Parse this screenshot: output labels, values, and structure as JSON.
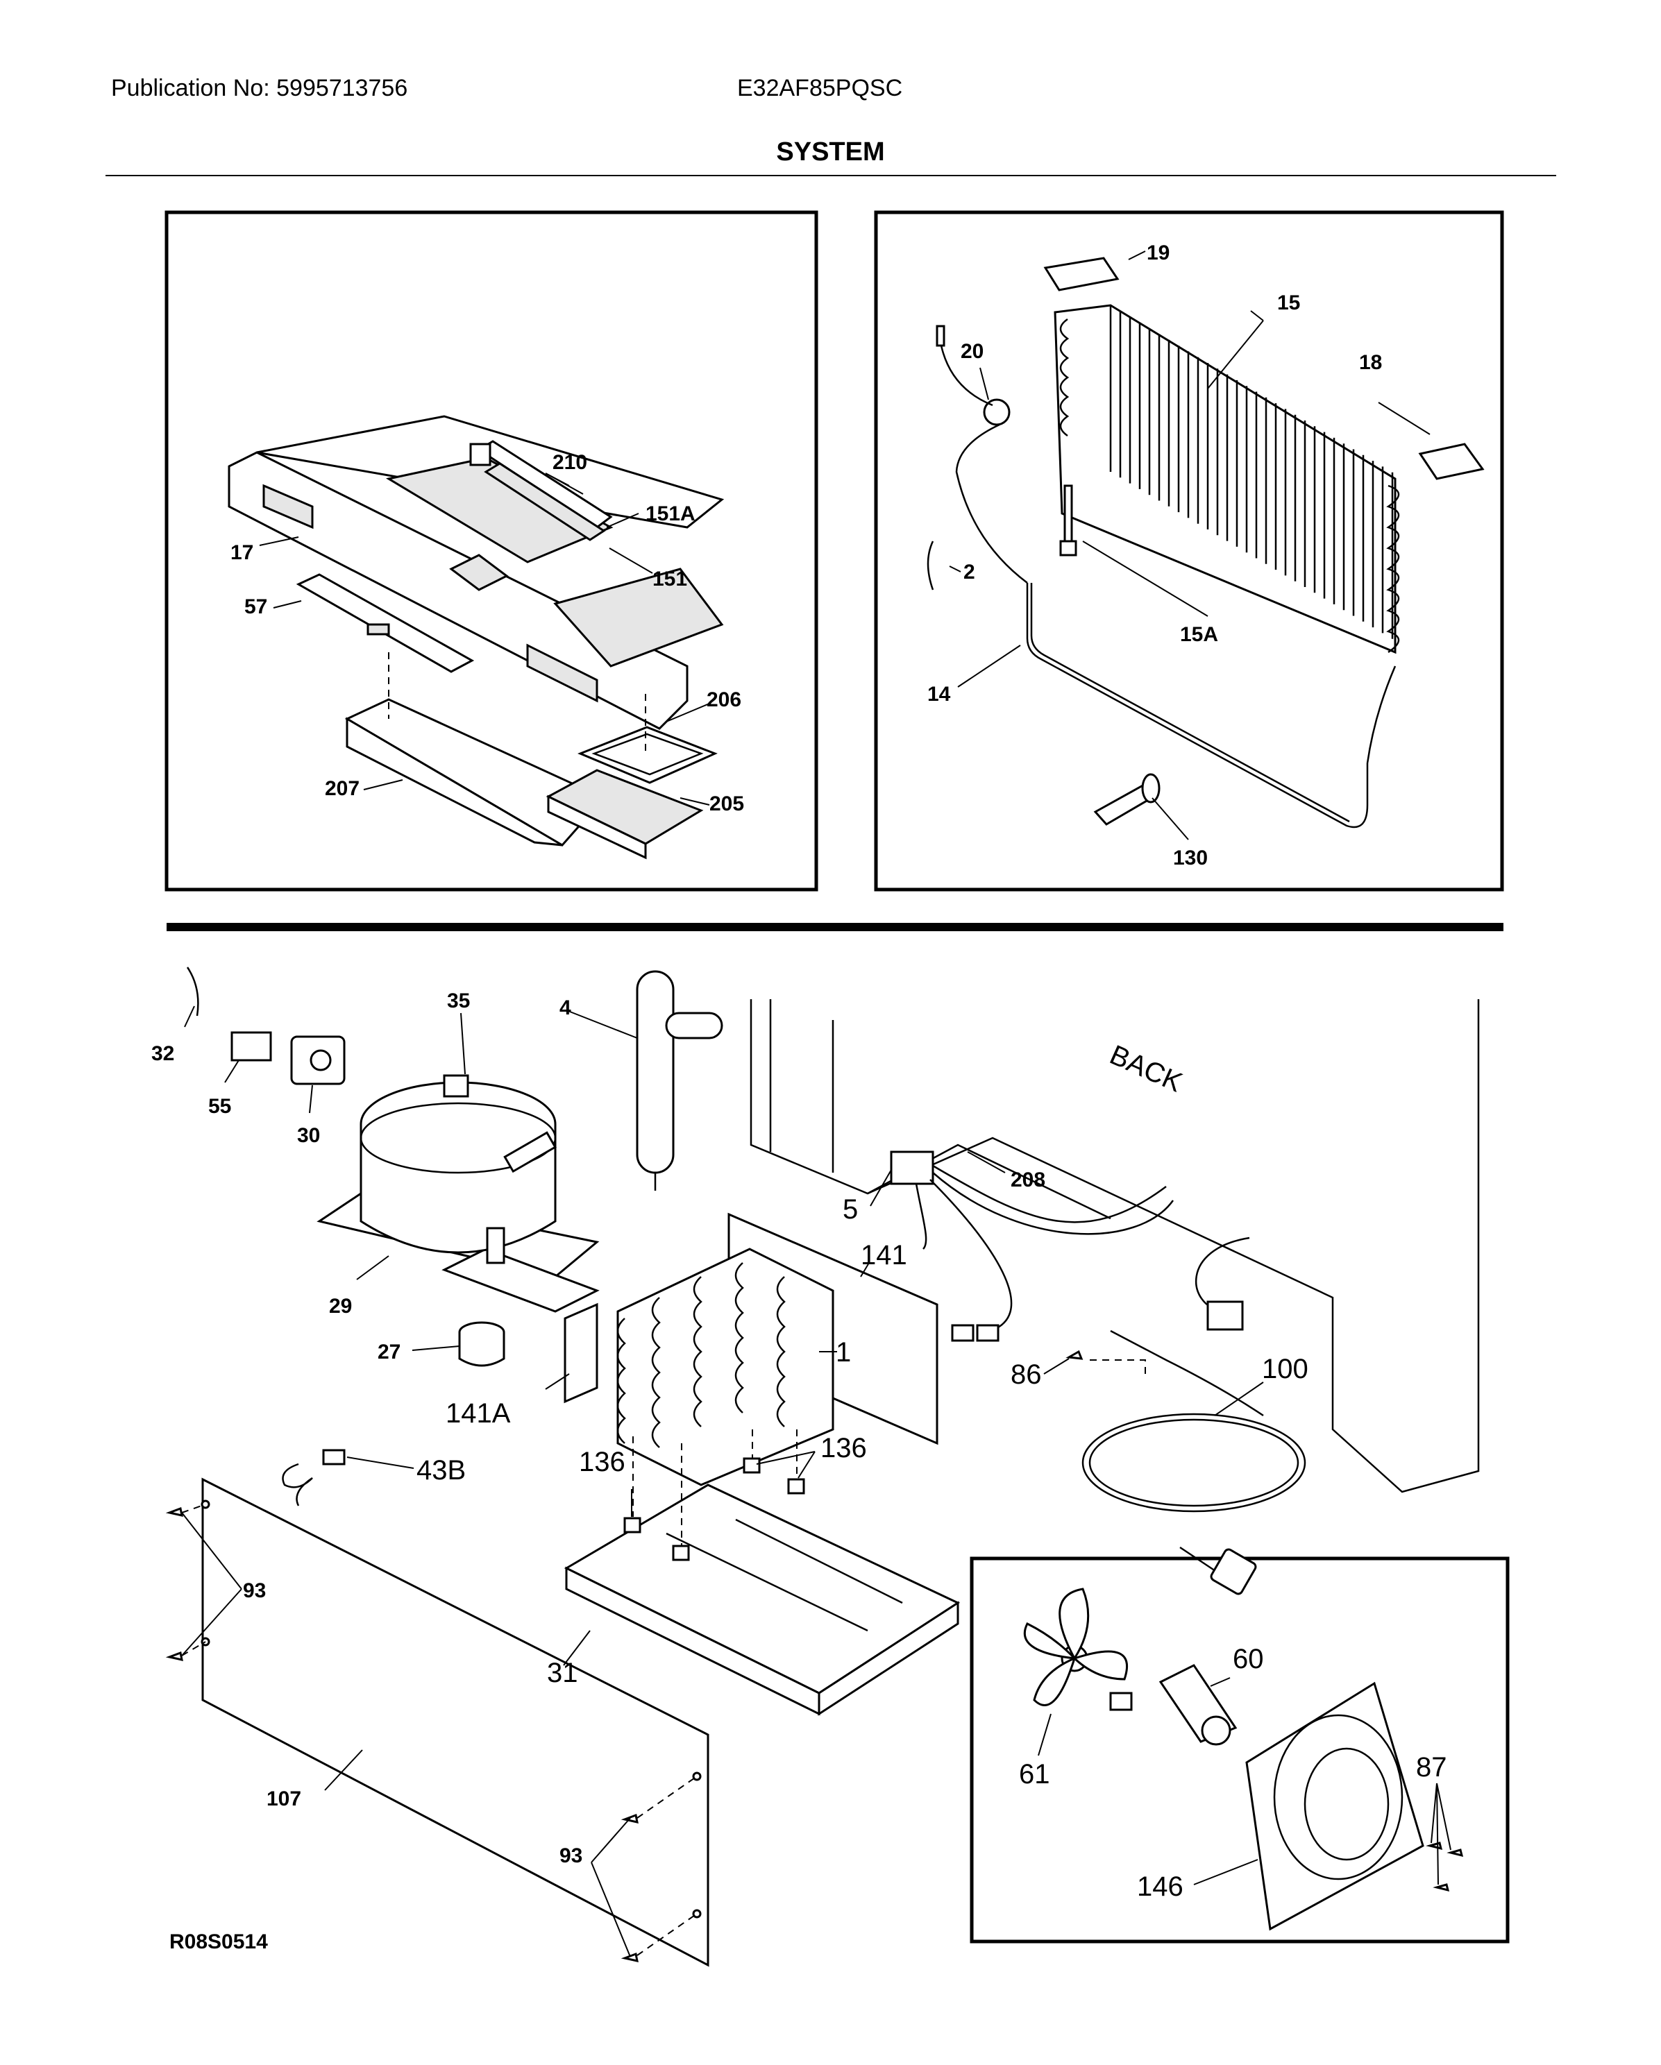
{
  "header": {
    "publication": "Publication No: 5995713756",
    "model": "E32AF85PQSC",
    "section_title": "SYSTEM"
  },
  "drawing_code": "R08S0514",
  "annotation_text": "BACK",
  "callouts": {
    "c17": "17",
    "c57": "57",
    "c210": "210",
    "c151A": "151A",
    "c151": "151",
    "c206": "206",
    "c205": "205",
    "c207": "207",
    "c19": "19",
    "c20": "20",
    "c15": "15",
    "c18": "18",
    "c2": "2",
    "c15A": "15A",
    "c14": "14",
    "c130": "130",
    "c32": "32",
    "c55": "55",
    "c30": "30",
    "c35": "35",
    "c4": "4",
    "c29": "29",
    "c27": "27",
    "c5": "5",
    "c208": "208",
    "c141": "141",
    "c1": "1",
    "c141A": "141A",
    "c86": "86",
    "c100": "100",
    "c43B": "43B",
    "c136a": "136",
    "c136b": "136",
    "c93a": "93",
    "c31": "31",
    "c107": "107",
    "c93b": "93",
    "c60": "60",
    "c61": "61",
    "c87": "87",
    "c146": "146"
  }
}
